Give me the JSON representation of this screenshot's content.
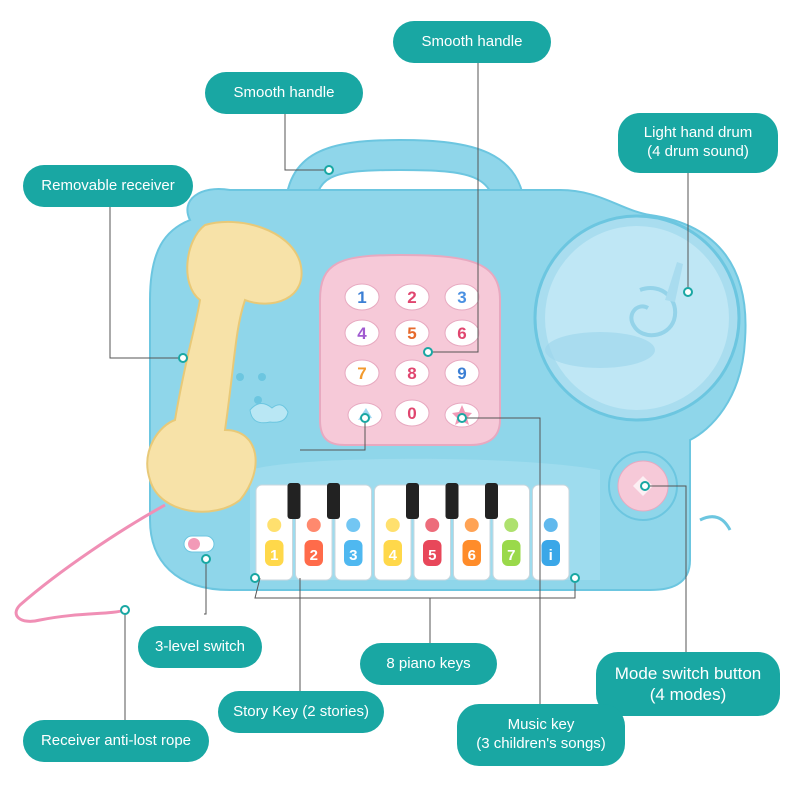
{
  "labels": {
    "smooth_handle_top": "Smooth handle",
    "smooth_handle_left": "Smooth handle",
    "light_hand_drum_line1": "Light hand drum",
    "light_hand_drum_line2": "(4 drum sound)",
    "removable_receiver": "Removable receiver",
    "three_level_switch": "3-level switch",
    "eight_piano_keys": "8 piano keys",
    "mode_switch_line1": "Mode switch button",
    "mode_switch_line2": "(4 modes)",
    "story_key": "Story Key (2 stories)",
    "music_key_line1": "Music key",
    "music_key_line2": "(3 children's songs)",
    "anti_lost_rope": "Receiver anti-lost rope"
  },
  "keypad_digits": [
    "1",
    "2",
    "3",
    "4",
    "5",
    "6",
    "7",
    "8",
    "9",
    "0"
  ],
  "piano_key_numbers": [
    "1",
    "2",
    "3",
    "4",
    "5",
    "6",
    "7",
    "i"
  ],
  "colors": {
    "callout": "#19a7a3",
    "toy_body": "#8fd6ea",
    "toy_body_dark": "#5fbfdc",
    "keypad_pink": "#f6c9d8",
    "receiver_cream": "#f7e2a8",
    "drum_face": "#bfe7f5",
    "rope_pink": "#f08fb5"
  }
}
